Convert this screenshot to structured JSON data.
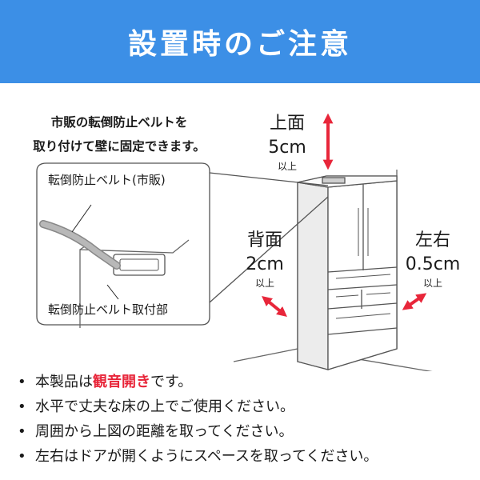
{
  "banner": {
    "title": "設置時のご注意"
  },
  "intro": {
    "line1": "市販の転倒防止ベルトを",
    "line2": "取り付けて壁に固定できます。"
  },
  "callouts": {
    "belt": "転倒防止ベルト(市販)",
    "mount": "転倒防止ベルト取付部"
  },
  "clearance": {
    "top": {
      "label": "上面",
      "value": "5cm",
      "suffix": "以上"
    },
    "back": {
      "label": "背面",
      "value": "2cm",
      "suffix": "以上"
    },
    "side": {
      "label": "左右",
      "value": "0.5cm",
      "suffix": "以上"
    }
  },
  "notes": {
    "bullet": "•",
    "n1_pre": "本製品は",
    "n1_em": "観音開き",
    "n1_post": "です。",
    "n2": "水平で丈夫な床の上でご使用ください。",
    "n3": "周囲から上図の距離を取ってください。",
    "n4": "左右はドアが開くようにスペースを取ってください。"
  },
  "colors": {
    "banner": "#3c8fe6",
    "arrow": "#e8263a",
    "emphasis": "#e8263a"
  }
}
